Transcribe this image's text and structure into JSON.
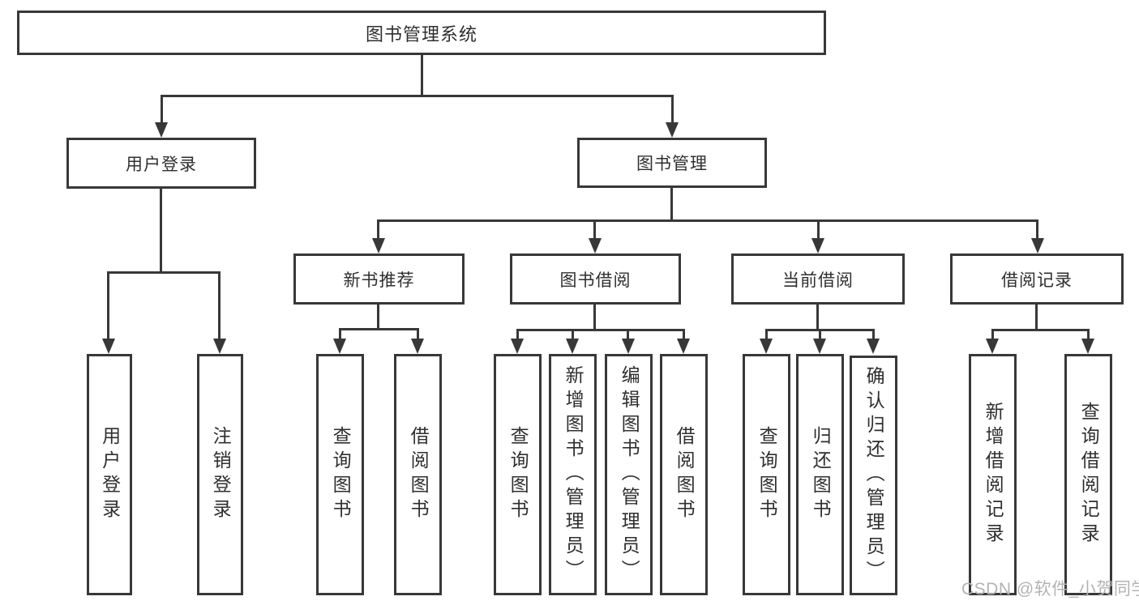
{
  "colors": {
    "line": "#383838",
    "box_border": "#383838",
    "text": "#2f2f2f",
    "watermark": "#b3b3b3",
    "background": "#ffffff"
  },
  "diagram": {
    "root": {
      "label": "图书管理系统"
    },
    "branches": [
      {
        "label": "用户登录",
        "children": [
          {
            "label": "用户登录"
          },
          {
            "label": "注销登录"
          }
        ]
      },
      {
        "label": "图书管理",
        "children": [
          {
            "label": "新书推荐",
            "children": [
              {
                "label": "查询图书"
              },
              {
                "label": "借阅图书"
              }
            ]
          },
          {
            "label": "图书借阅",
            "children": [
              {
                "label": "查询图书"
              },
              {
                "label": "新增图书（管理员）"
              },
              {
                "label": "编辑图书（管理员）"
              },
              {
                "label": "借阅图书"
              }
            ]
          },
          {
            "label": "当前借阅",
            "children": [
              {
                "label": "查询图书"
              },
              {
                "label": "归还图书"
              },
              {
                "label": "确认归还（管理员）"
              }
            ]
          },
          {
            "label": "借阅记录",
            "children": [
              {
                "label": "新增借阅记录"
              },
              {
                "label": "查询借阅记录"
              }
            ]
          }
        ]
      }
    ]
  },
  "watermark": {
    "text": "CSDN @软件_小贺同学"
  }
}
